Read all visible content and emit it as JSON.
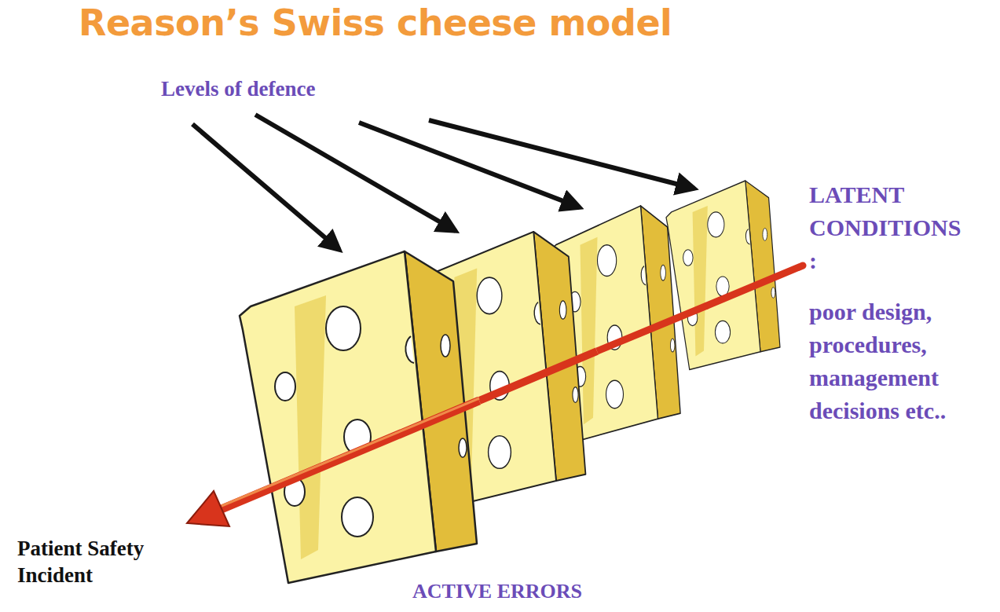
{
  "diagram": {
    "title": "Reason’s Swiss cheese model",
    "labels": [
      "Levels of defence",
      "LATENT CONDITIONS :",
      "poor design, procedures, management decisions etc..",
      "Patient Safety Incident",
      "ACTIVE ERRORS"
    ]
  }
}
